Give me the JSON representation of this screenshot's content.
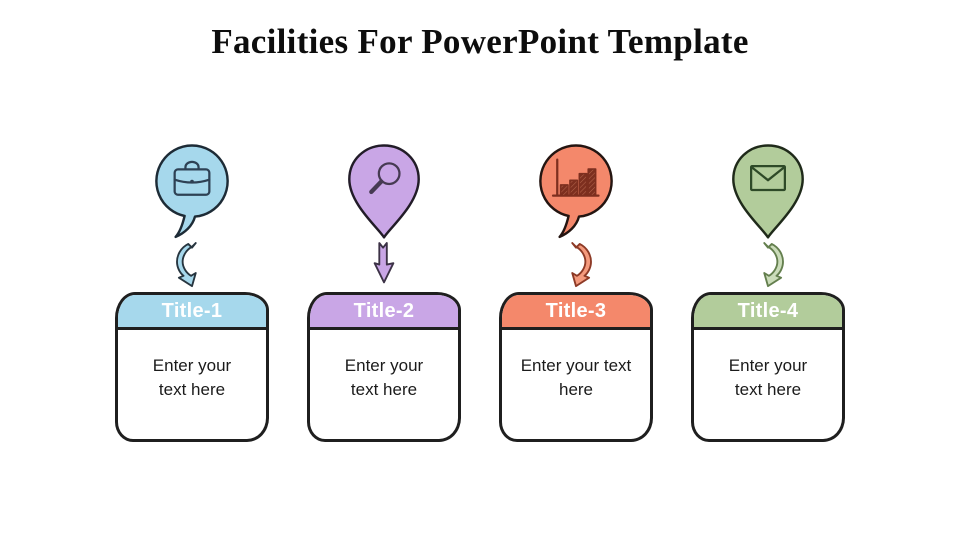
{
  "slide": {
    "title": "Facilities For PowerPoint Template",
    "background": "#ffffff"
  },
  "columns": [
    {
      "title": "Title-1",
      "body_lines": [
        "Enter your",
        "text here"
      ],
      "icon": "briefcase-icon",
      "balloon_shape": "speech-bubble",
      "arrow_shape": "curved-down-left",
      "colors": {
        "balloon_fill": "#a6d8ec",
        "balloon_outline": "#1d2b36",
        "icon_color": "#2e4154",
        "arrow_fill": "#a6d8ec",
        "arrow_outline": "#27353f",
        "titlebar_text": "#ffffff"
      }
    },
    {
      "title": "Title-2",
      "body_lines": [
        "Enter your",
        "text here"
      ],
      "icon": "magnifier-icon",
      "balloon_shape": "teardrop-pin",
      "arrow_shape": "straight-down",
      "colors": {
        "balloon_fill": "#c9a6e6",
        "balloon_outline": "#221c28",
        "icon_color": "#463a52",
        "arrow_fill": "#c9a6e6",
        "arrow_outline": "#3c3246",
        "titlebar_text": "#ffffff"
      }
    },
    {
      "title": "Title-3",
      "body_lines": [
        "Enter your text",
        "here"
      ],
      "icon": "bar-chart-icon",
      "balloon_shape": "speech-bubble",
      "arrow_shape": "curved-down-right",
      "colors": {
        "balloon_fill": "#f4886b",
        "balloon_outline": "#241511",
        "icon_color": "#7d2f1f",
        "arrow_fill": "#f49a7d",
        "arrow_outline": "#8d3a26",
        "titlebar_text": "#ffffff"
      }
    },
    {
      "title": "Title-4",
      "body_lines": [
        "Enter your",
        "text here"
      ],
      "icon": "envelope-icon",
      "balloon_shape": "teardrop-pin",
      "arrow_shape": "curved-down-right",
      "colors": {
        "balloon_fill": "#b2cc9b",
        "balloon_outline": "#1f2a1a",
        "icon_color": "#2e4a28",
        "arrow_fill": "#cbdcba",
        "arrow_outline": "#647f4e",
        "titlebar_text": "#ffffff"
      }
    }
  ]
}
